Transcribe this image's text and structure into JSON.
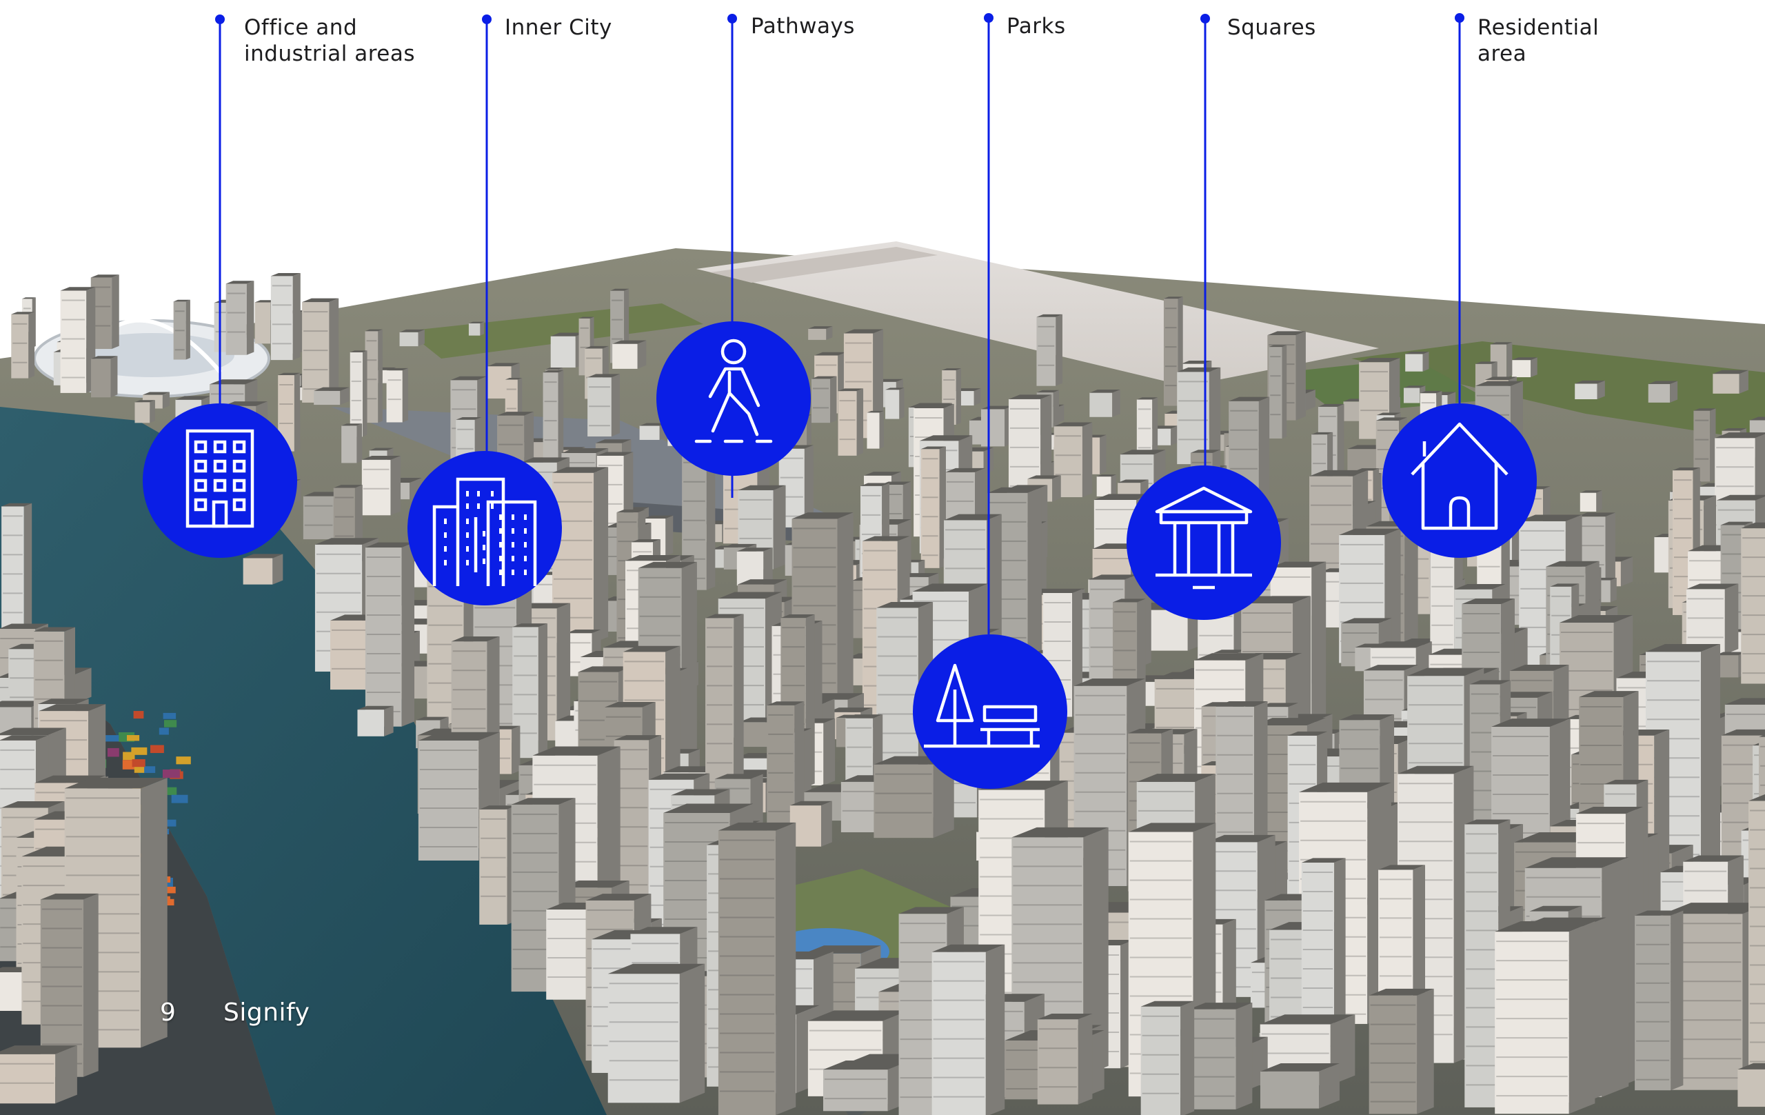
{
  "accent": "#0a1ee6",
  "markers": [
    {
      "id": "office",
      "label": "Office and\nindustrial areas",
      "icon": "office-building-icon"
    },
    {
      "id": "inner-city",
      "label": "Inner City",
      "icon": "city-buildings-icon"
    },
    {
      "id": "pathways",
      "label": "Pathways",
      "icon": "pedestrian-walking-icon"
    },
    {
      "id": "parks",
      "label": "Parks",
      "icon": "tree-bench-icon"
    },
    {
      "id": "squares",
      "label": "Squares",
      "icon": "pavilion-icon"
    },
    {
      "id": "residential",
      "label": "Residential\narea",
      "icon": "house-icon"
    }
  ],
  "footer": {
    "page_number": "9",
    "brand": "Signify"
  }
}
